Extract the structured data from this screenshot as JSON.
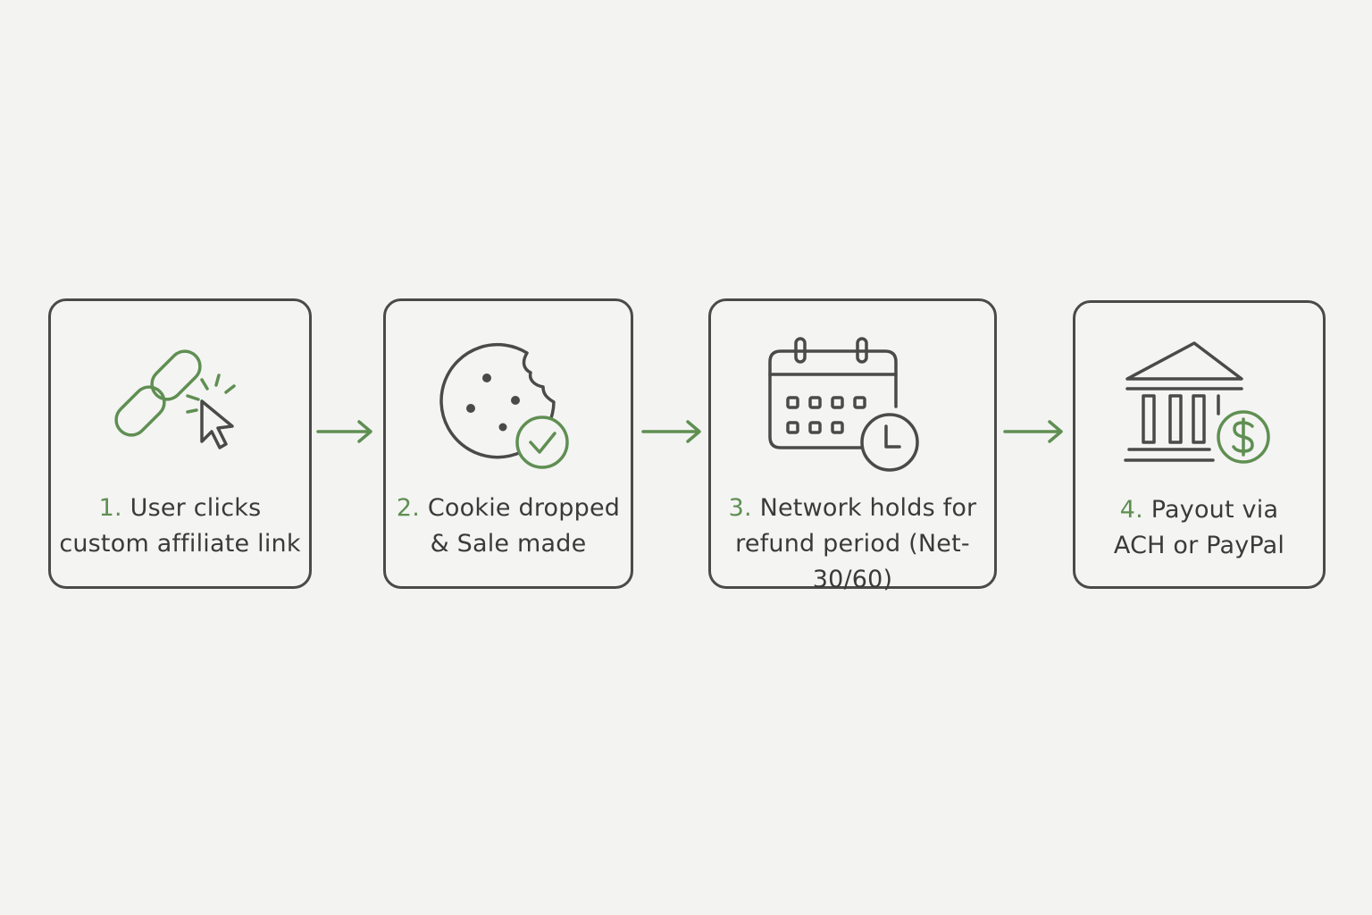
{
  "colors": {
    "background": "#f3f3f2",
    "outline": "#4a4a48",
    "accent_green": "#5f8f52",
    "text": "#3a3b39"
  },
  "steps": [
    {
      "number": "1.",
      "line1": "User clicks",
      "line2": "custom affiliate link",
      "icon": "chain-link-with-cursor-click-icon"
    },
    {
      "number": "2.",
      "line1": "Cookie dropped",
      "line2": "& Sale made",
      "icon": "cookie-with-check-icon"
    },
    {
      "number": "3.",
      "line1": "Network holds for",
      "line2": "refund period (Net-30/60)",
      "icon": "calendar-with-clock-icon"
    },
    {
      "number": "4.",
      "line1": "Payout via",
      "line2": "ACH or PayPal",
      "icon": "bank-with-dollar-icon"
    }
  ],
  "connectors": [
    "arrow-right-icon",
    "arrow-right-icon",
    "arrow-right-icon"
  ]
}
